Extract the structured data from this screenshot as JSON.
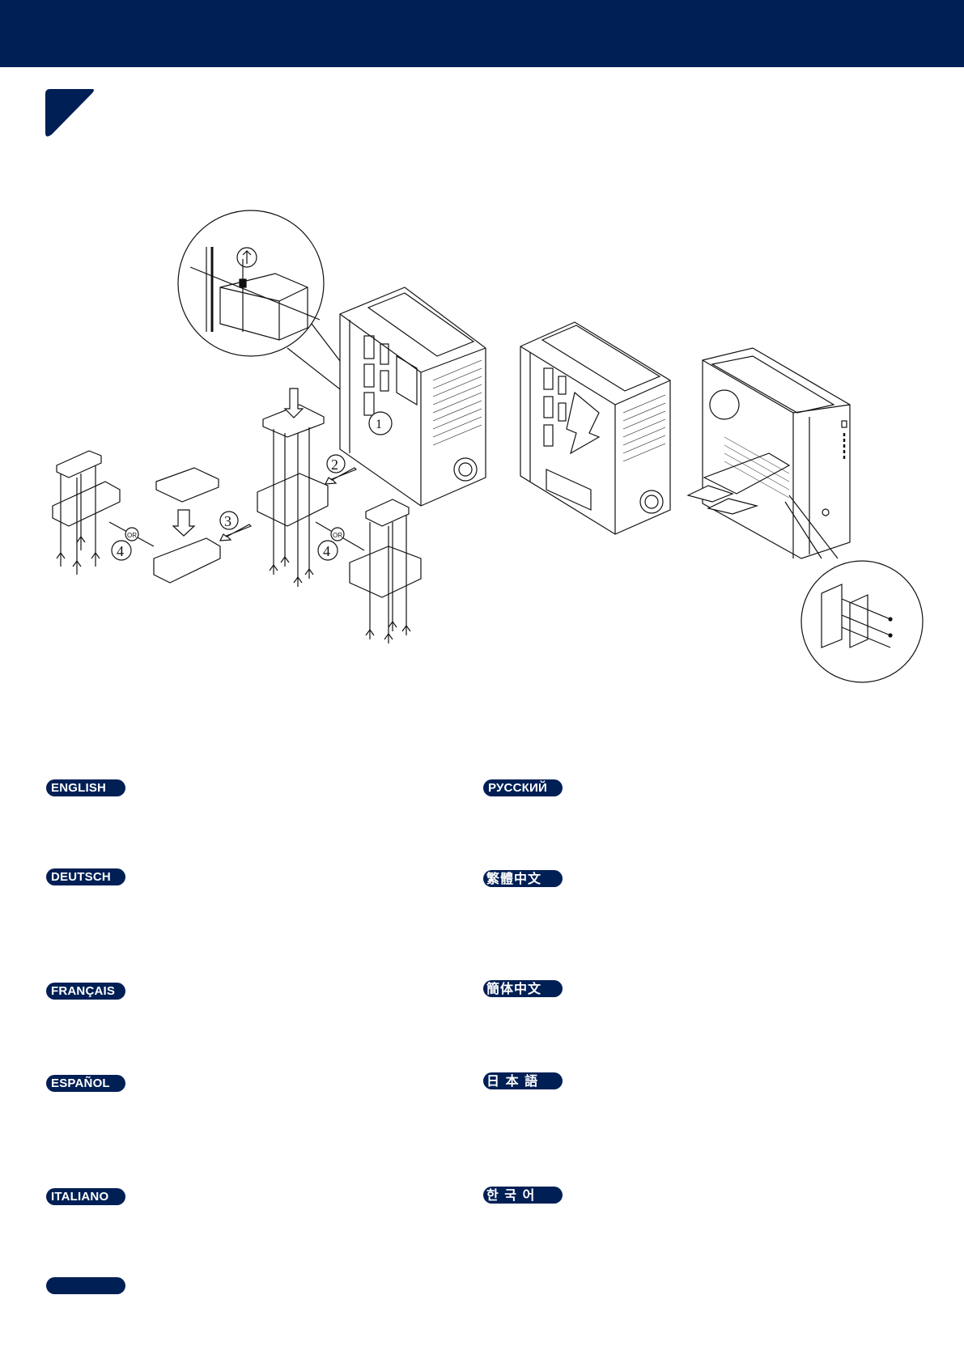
{
  "header": {
    "bar_color": "#001f55"
  },
  "section_marker": {
    "icon": "corner-triangle-icon",
    "color": "#001f55"
  },
  "diagram": {
    "title": "",
    "callouts": {
      "step1": "1",
      "step2": "2",
      "step3": "3",
      "step4a": "4",
      "step4b": "4",
      "or_a": "OR",
      "or_b": "OR"
    }
  },
  "languages": {
    "left": [
      {
        "label": "ENGLISH"
      },
      {
        "label": "DEUTSCH"
      },
      {
        "label": "FRANÇAIS"
      },
      {
        "label": "ESPAÑOL"
      },
      {
        "label": "ITALIANO"
      },
      {
        "label": ""
      }
    ],
    "right": [
      {
        "label": "РУССКИЙ"
      },
      {
        "label": "繁體中文"
      },
      {
        "label": "簡体中文"
      },
      {
        "label": "日 本 語"
      },
      {
        "label": "한 국 어"
      }
    ]
  }
}
